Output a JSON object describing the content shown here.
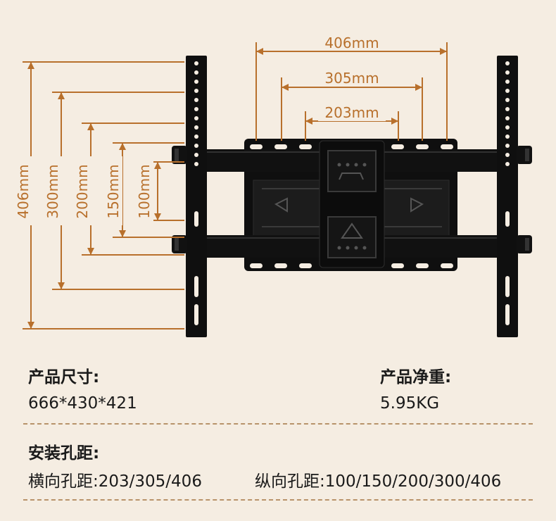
{
  "diagram": {
    "horizontal_dims": [
      "406mm",
      "305mm",
      "203mm"
    ],
    "vertical_dims": [
      "406mm",
      "300mm",
      "200mm",
      "150mm",
      "100mm"
    ],
    "colors": {
      "dimension": "#b8702c",
      "bracket": "#0f0f0f",
      "background": "#f5ede2"
    }
  },
  "specs": {
    "size_label": "产品尺寸:",
    "size_value": "666*430*421",
    "weight_label": "产品净重:",
    "weight_value": "5.95KG",
    "spacing_label": "安装孔距:",
    "horizontal_spacing": "横向孔距:203/305/406",
    "vertical_spacing": "纵向孔距:100/150/200/300/406"
  }
}
